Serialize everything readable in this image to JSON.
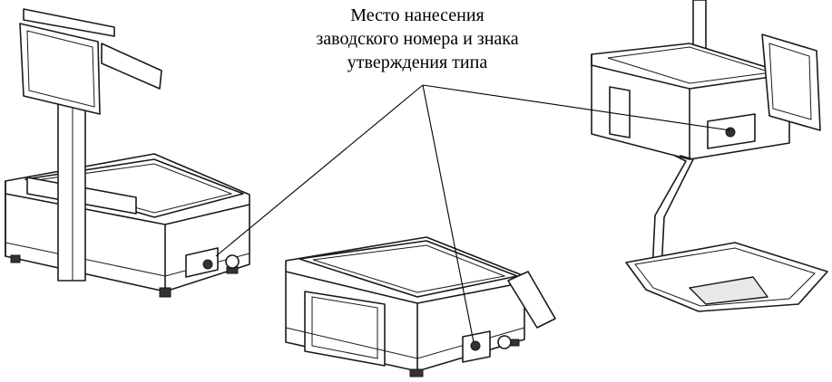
{
  "caption": {
    "line1": "Место нанесения",
    "line2": "заводского номера и знака",
    "line3": "утверждения типа"
  },
  "colors": {
    "background": "#ffffff",
    "ink": "#1a1a1a",
    "shade": "#e8e8e8"
  }
}
